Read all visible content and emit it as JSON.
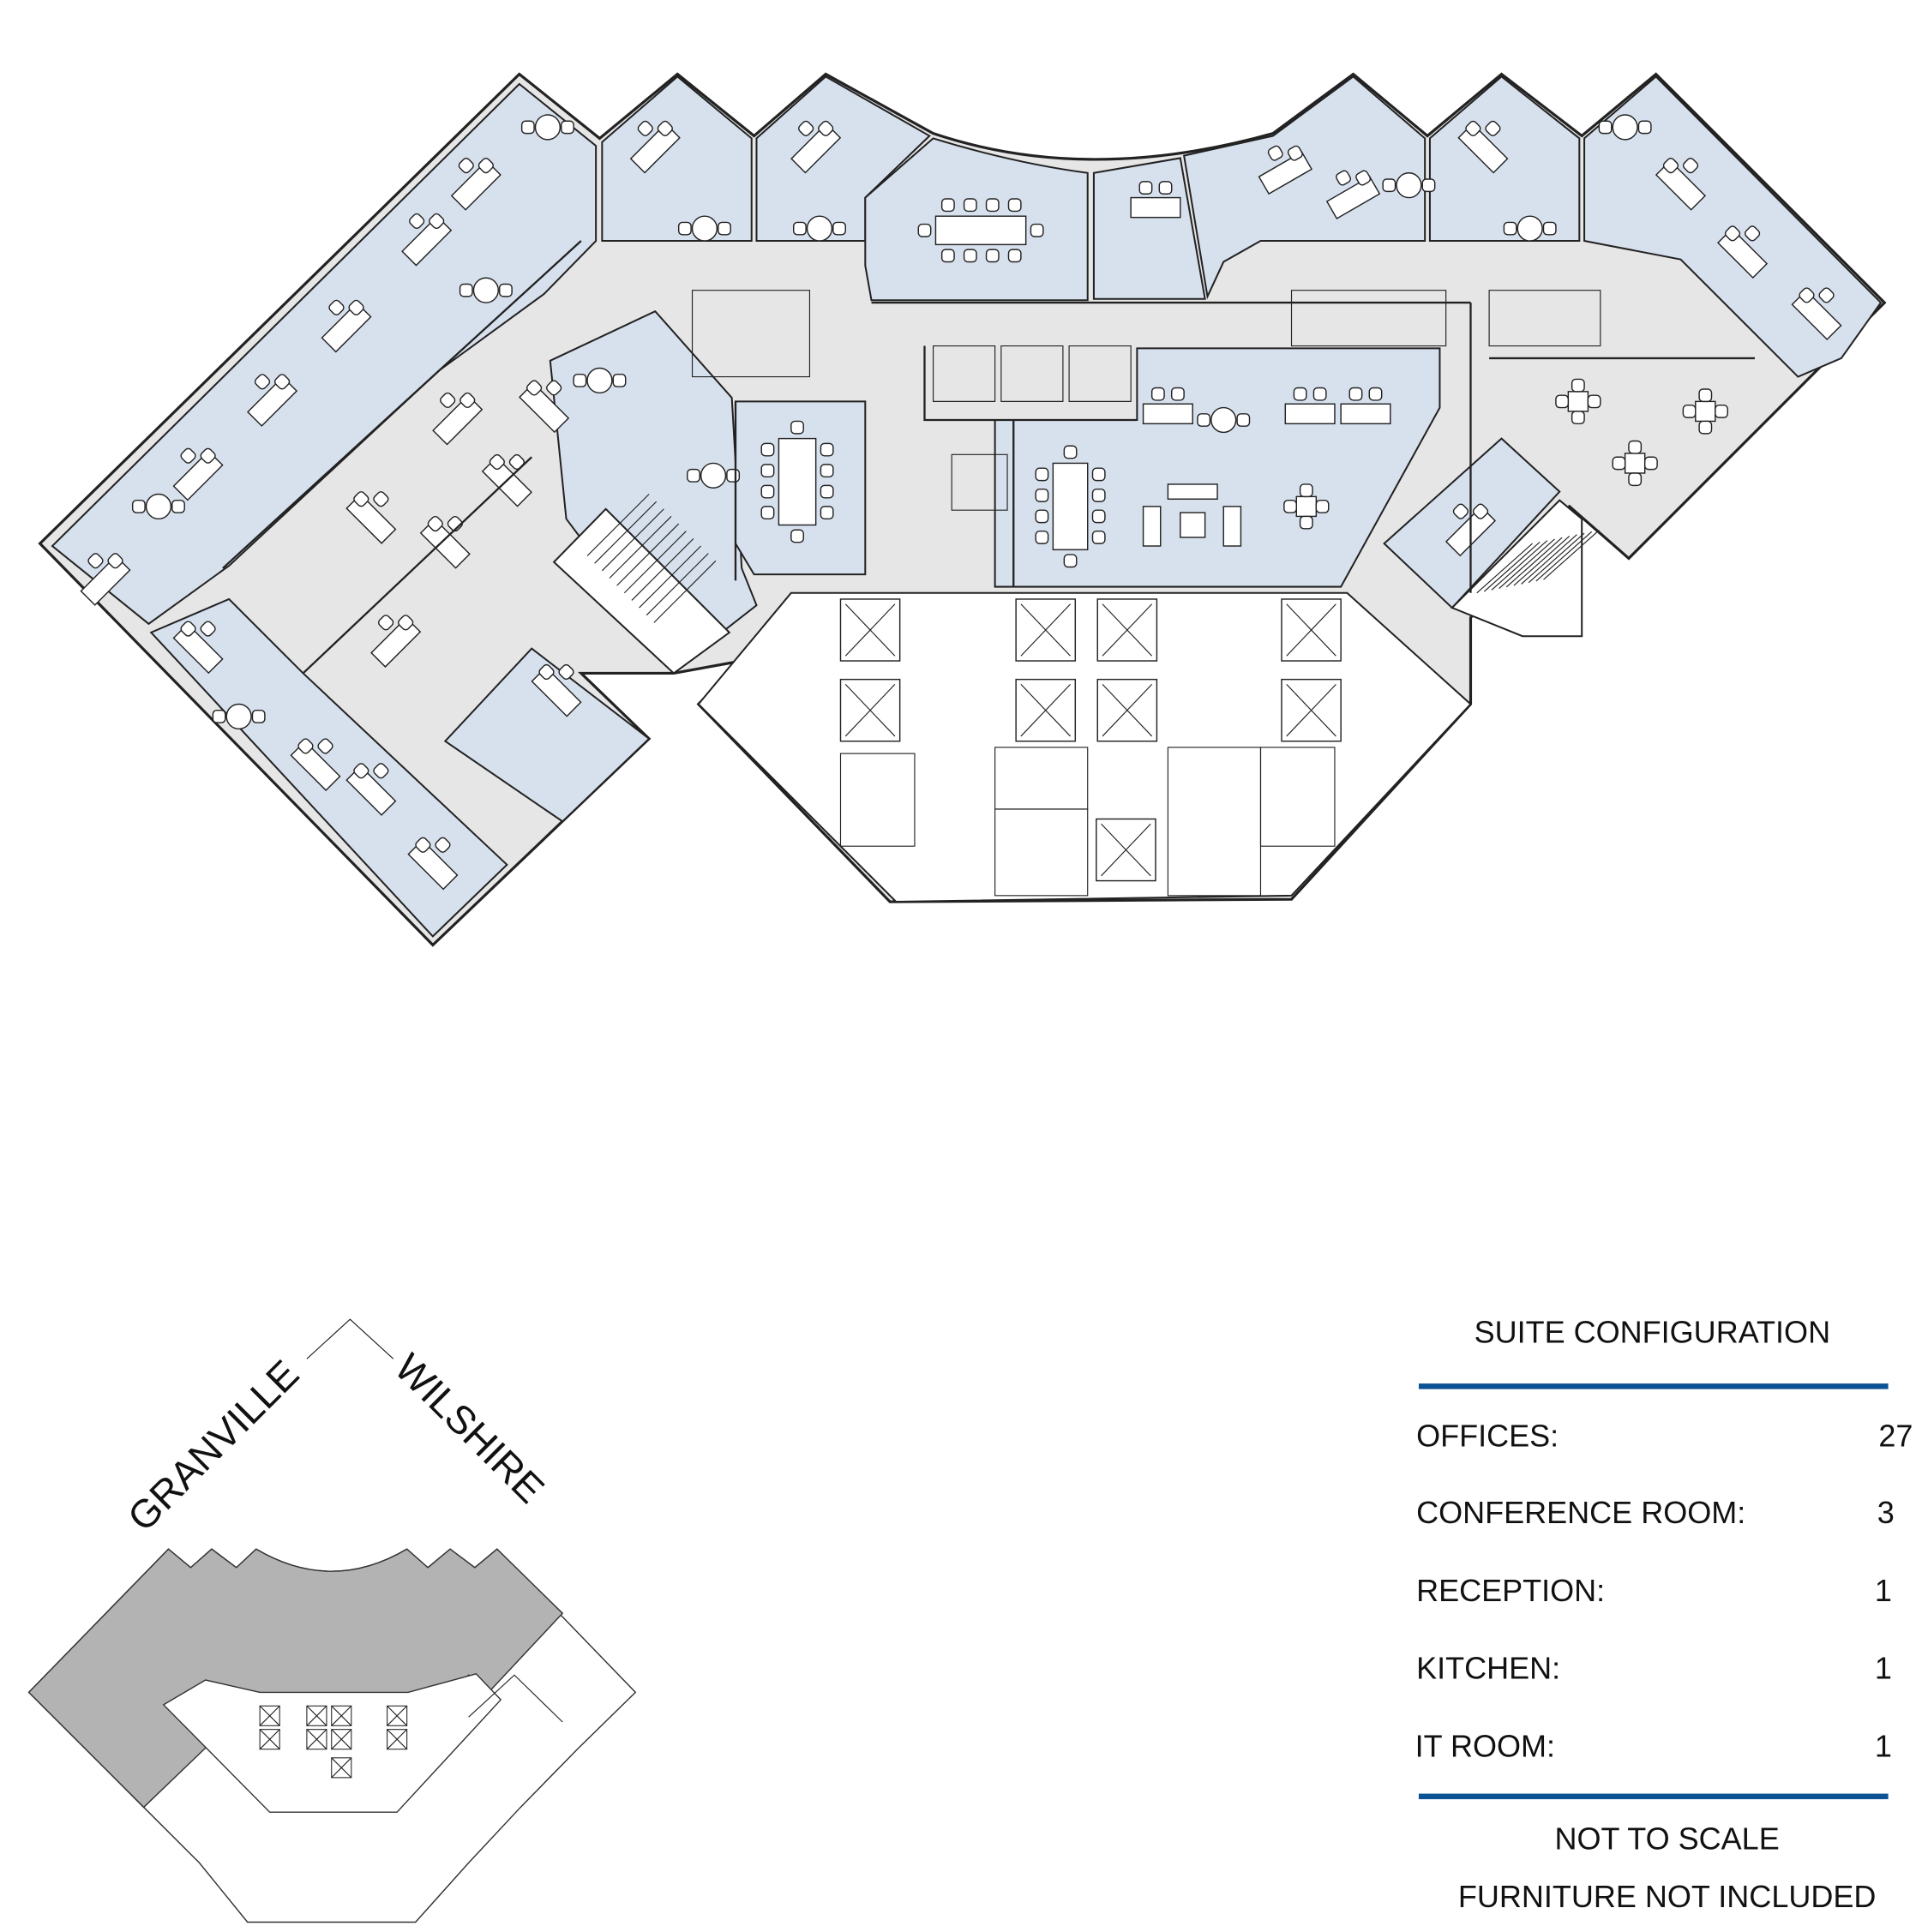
{
  "key_plan": {
    "streets": [
      "GRANVILLE",
      "WILSHIRE"
    ]
  },
  "legend": {
    "title": "SUITE CONFIGURATION",
    "rule_color": "#0b5394",
    "rows": [
      {
        "label": "OFFICES:",
        "value": "27"
      },
      {
        "label": "CONFERENCE ROOM:",
        "value": "3"
      },
      {
        "label": "RECEPTION:",
        "value": "1"
      },
      {
        "label": "KITCHEN:",
        "value": "1"
      },
      {
        "label": "IT ROOM:",
        "value": "1"
      }
    ],
    "notes": [
      "NOT TO SCALE",
      "FURNITURE NOT INCLUDED"
    ]
  },
  "colors": {
    "suite_room": "#d7e1ee",
    "corridor": "#e6e6e6",
    "key_plan_highlight": "#b3b3b3"
  }
}
